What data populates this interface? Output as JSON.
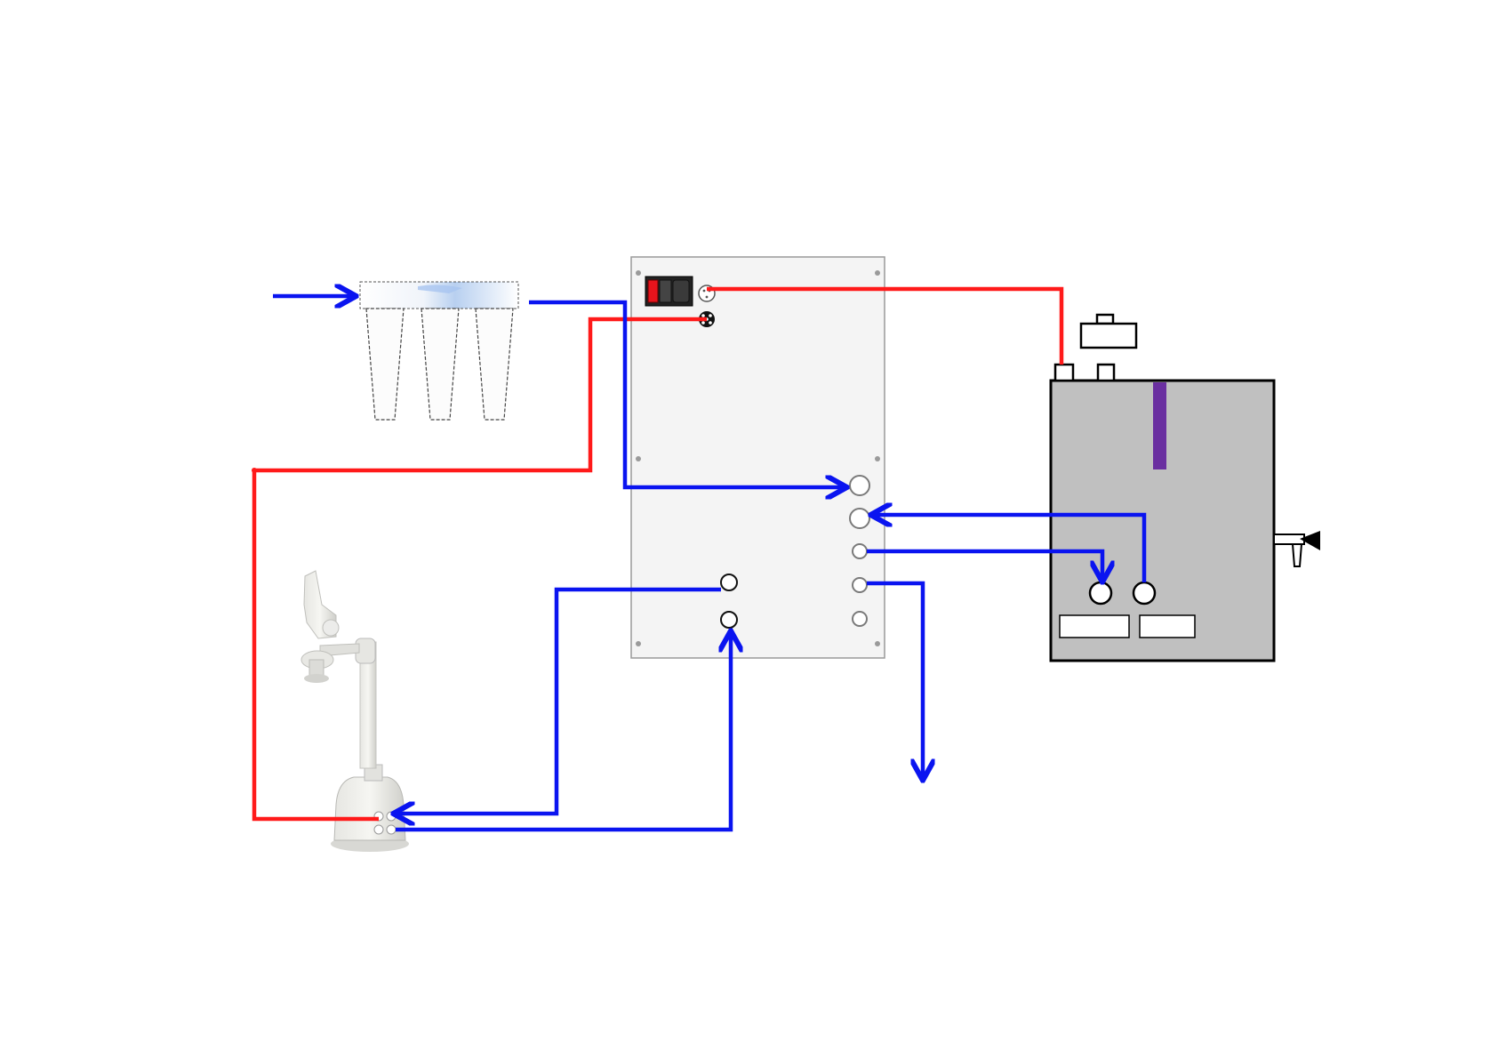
{
  "diagram": {
    "type": "plumbing-and-wiring-schematic",
    "components": [
      {
        "id": "filter-unit",
        "icon": "three-stage-water-filter-icon"
      },
      {
        "id": "control-panel",
        "icon": "control-panel-board"
      },
      {
        "id": "power-switch",
        "icon": "rocker-switch-icon"
      },
      {
        "id": "round-connector-top",
        "icon": "round-connector-icon"
      },
      {
        "id": "round-connector-bottom",
        "icon": "round-connector-icon"
      },
      {
        "id": "tank",
        "icon": "water-tank-icon"
      },
      {
        "id": "tank-top-cap",
        "icon": "tank-cap-icon"
      },
      {
        "id": "level-sensor",
        "icon": "level-sensor-rod-icon"
      },
      {
        "id": "tank-tap",
        "icon": "tap-icon"
      },
      {
        "id": "dental-unit",
        "icon": "dental-chair-unit-icon"
      }
    ],
    "colors": {
      "water_line": "#0a14f0",
      "electric_line": "#ff1a1a",
      "tank_fill": "#c0c0c0",
      "panel_fill": "#f4f4f4",
      "sensor": "#6a2fa0",
      "outline": "#000000"
    },
    "legend": []
  }
}
